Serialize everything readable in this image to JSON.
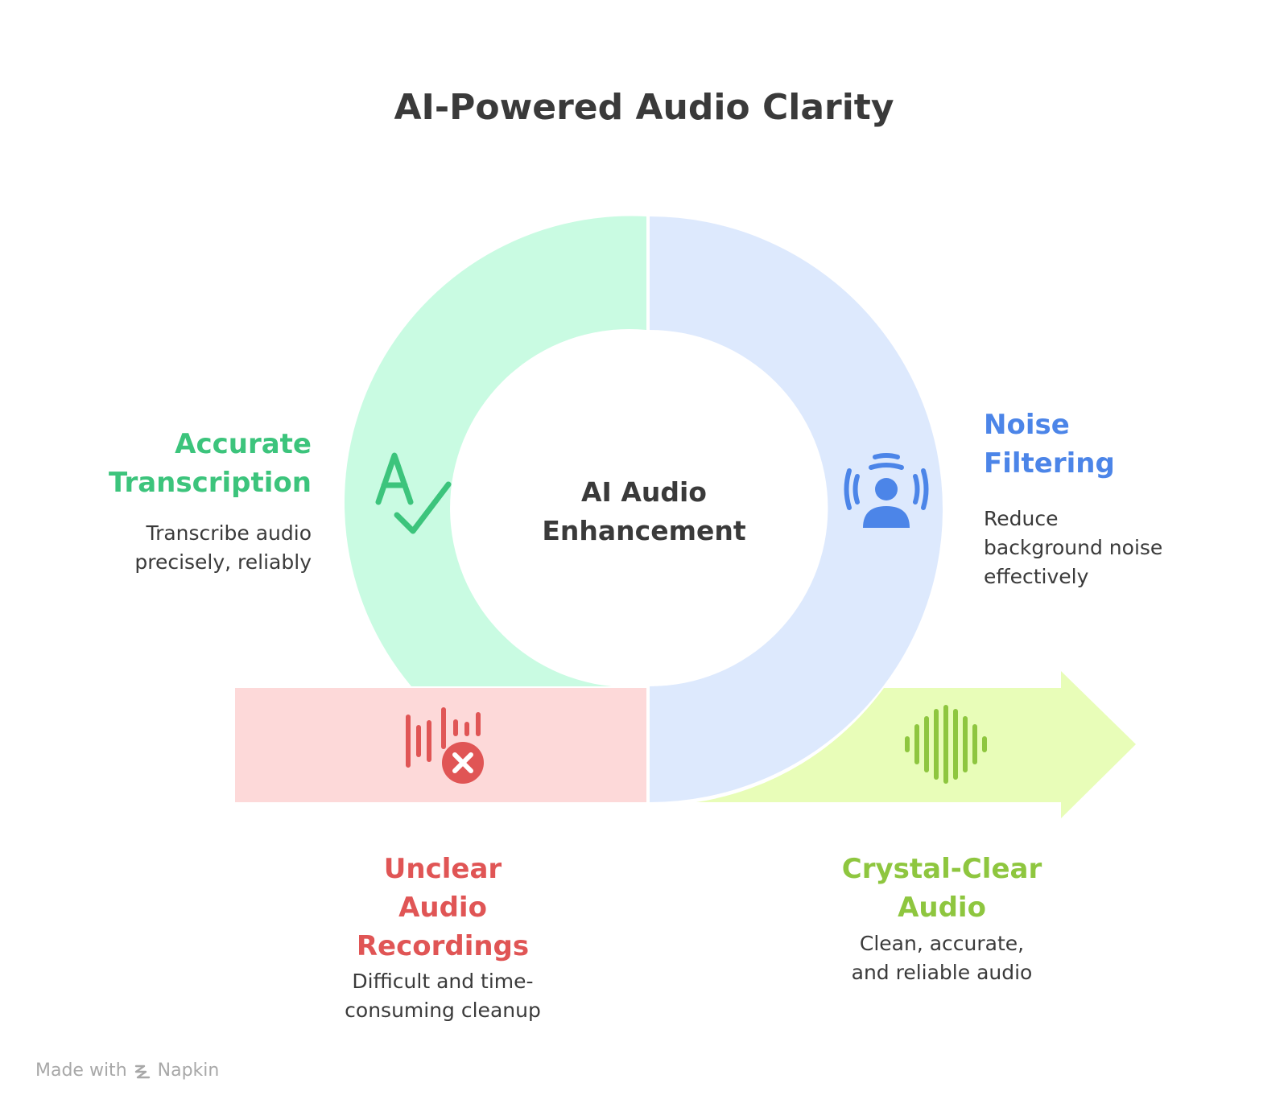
{
  "title": "AI-Powered Audio Clarity",
  "center": {
    "label_line1": "AI Audio",
    "label_line2": "Enhancement"
  },
  "stages": {
    "accurate_transcription": {
      "heading_line1": "Accurate",
      "heading_line2": "Transcription",
      "desc_line1": "Transcribe audio",
      "desc_line2": "precisely, reliably",
      "icon": "spell-check-icon",
      "color": "#3cc47c",
      "fill": "#c9fbe2"
    },
    "noise_filtering": {
      "heading_line1": "Noise",
      "heading_line2": "Filtering",
      "desc_line1": "Reduce",
      "desc_line2": "background noise",
      "desc_line3": "effectively",
      "icon": "person-sound-icon",
      "color": "#4c85e8",
      "fill": "#dde9fd"
    },
    "unclear_audio": {
      "heading_line1": "Unclear",
      "heading_line2": "Audio",
      "heading_line3": "Recordings",
      "desc_line1": "Difficult and time-",
      "desc_line2": "consuming cleanup",
      "icon": "waveform-error-icon",
      "color": "#e05555",
      "fill": "#fdd9d9"
    },
    "crystal_clear": {
      "heading_line1": "Crystal-Clear",
      "heading_line2": "Audio",
      "desc_line1": "Clean, accurate,",
      "desc_line2": "and reliable audio",
      "icon": "waveform-icon",
      "color": "#8ec63f",
      "fill": "#e8fdb8"
    }
  },
  "footer": {
    "made_with": "Made with",
    "brand": "Napkin",
    "icon": "napkin-logo-icon"
  }
}
